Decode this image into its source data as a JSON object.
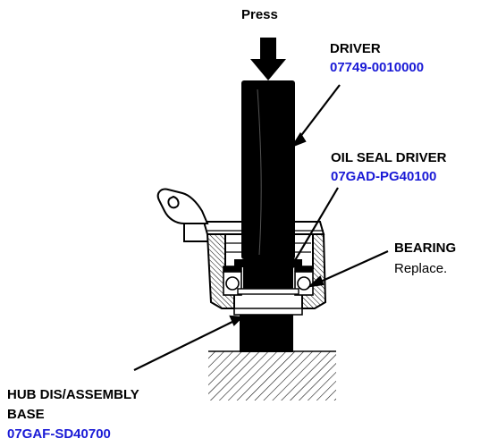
{
  "press": {
    "label": "Press"
  },
  "driver": {
    "name": "DRIVER",
    "part_number": "07749-0010000"
  },
  "oil_seal_driver": {
    "name": "OIL SEAL DRIVER",
    "part_number": "07GAD-PG40100"
  },
  "bearing": {
    "name": "BEARING",
    "note": "Replace."
  },
  "hub_base": {
    "name_line1": "HUB DIS/ASSEMBLY",
    "name_line2": "BASE",
    "part_number": "07GAF-SD40700"
  },
  "colors": {
    "part_number": "#1a1ad6",
    "ink": "#000000"
  }
}
